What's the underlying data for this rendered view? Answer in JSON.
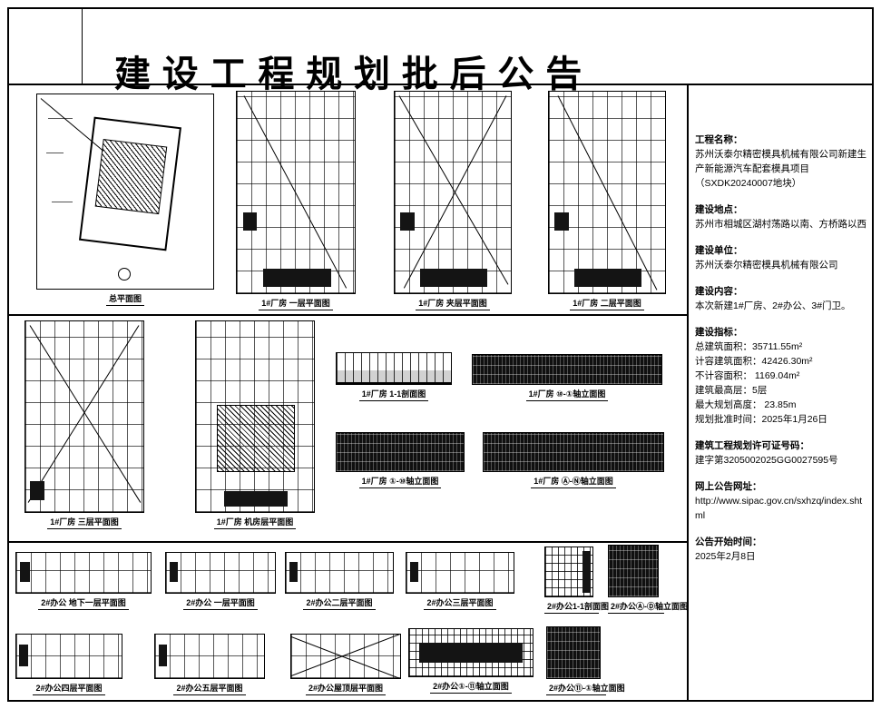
{
  "title": "建设工程规划批后公告",
  "info": {
    "blocks": [
      {
        "lines": [
          "工程名称：",
          "苏州沃泰尔精密模具机械有限公司新建生",
          "产新能源汽车配套模具项目",
          "（SXDK20240007地块）"
        ]
      },
      {
        "lines": [
          "建设地点：",
          "苏州市相城区湖村荡路以南、方桥路以西"
        ]
      },
      {
        "lines": [
          "建设单位：",
          "苏州沃泰尔精密模具机械有限公司"
        ]
      },
      {
        "lines": [
          "建设内容：",
          "本次新建1#厂房、2#办公、3#门卫。"
        ]
      },
      {
        "lines": [
          "建设指标：",
          "总建筑面积：35711.55m²",
          "计容建筑面积：42426.30m²",
          "不计容面积： 1169.04m²",
          "建筑最高层：5层",
          "最大规划高度： 23.85m",
          "规划批准时间：2025年1月26日"
        ]
      },
      {
        "lines": [
          "建筑工程规划许可证号码：",
          "建字第3205002025GG0027595号"
        ]
      },
      {
        "lines": [
          "网上公告网址：",
          "http://www.sipac.gov.cn/sxhzq/index.shtml"
        ]
      },
      {
        "lines": [
          "公告开始时间：",
          "2025年2月8日"
        ]
      }
    ]
  },
  "drawings": [
    {
      "label": "总平面图"
    },
    {
      "label": "1#厂房 一层平面图"
    },
    {
      "label": "1#厂房 夹层平面图"
    },
    {
      "label": "1#厂房 二层平面图"
    },
    {
      "label": "1#厂房 三层平面图"
    },
    {
      "label": "1#厂房 机房层平面图"
    },
    {
      "label": "1#厂房 1-1剖面图"
    },
    {
      "label": "1#厂房 ⑩-①轴立面图"
    },
    {
      "label": "1#厂房 ①-⑩轴立面图"
    },
    {
      "label": "1#厂房 Ⓐ-Ⓝ轴立面图"
    },
    {
      "label": "2#办公 地下一层平面图"
    },
    {
      "label": "2#办公 一层平面图"
    },
    {
      "label": "2#办公二层平面图"
    },
    {
      "label": "2#办公三层平面图"
    },
    {
      "label": "2#办公1-1剖面图"
    },
    {
      "label": "2#办公Ⓐ-Ⓓ轴立面图"
    },
    {
      "label": "2#办公四层平面图"
    },
    {
      "label": "2#办公五层平面图"
    },
    {
      "label": "2#办公屋顶层平面图"
    },
    {
      "label": "2#办公①-⑪轴立面图"
    },
    {
      "label": "2#办公⑪-①轴立面图"
    }
  ]
}
